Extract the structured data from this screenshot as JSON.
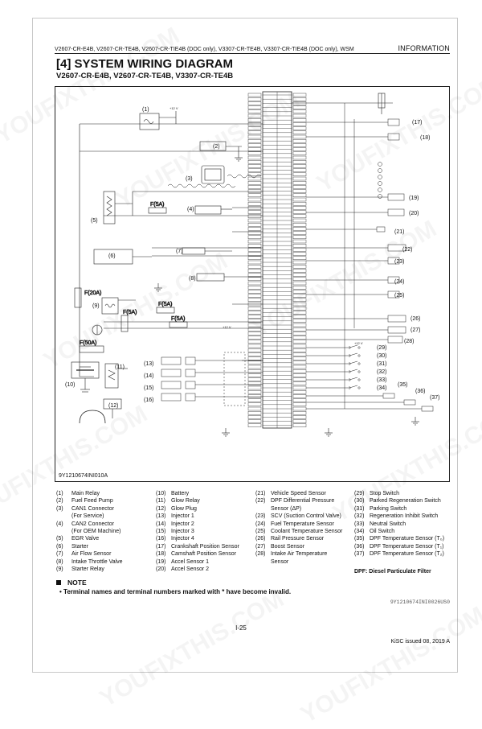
{
  "header": {
    "models": "V2607-CR-E4B, V2607-CR-TE4B, V2607-CR-TIE4B (DOC only), V3307-CR-TE4B, V3307-CR-TIE4B (DOC only), WSM",
    "section": "INFORMATION"
  },
  "title": "[4]  SYSTEM WIRING DIAGRAM",
  "subtitle": "V2607-CR-E4B, V2607-CR-TE4B, V3307-CR-TE4B",
  "diagram": {
    "code": "9Y1210674INI010A",
    "callouts": [
      "(1)",
      "(2)",
      "(3)",
      "(4)",
      "(5)",
      "(6)",
      "(7)",
      "(8)",
      "(9)",
      "(10)",
      "(11)",
      "(12)",
      "(13)",
      "(14)",
      "(15)",
      "(16)",
      "(17)",
      "(18)",
      "(19)",
      "(20)",
      "(21)",
      "(22)",
      "(23)",
      "(24)",
      "(25)",
      "(26)",
      "(27)",
      "(28)",
      "(29)",
      "(30)",
      "(31)",
      "(32)",
      "(33)",
      "(34)",
      "(35)",
      "(36)",
      "(37)"
    ],
    "fuses": [
      "F(5A)",
      "F(20A)",
      "F(5A)",
      "F(5A)",
      "F(5A)",
      "F(50A)"
    ],
    "supply": [
      "+12 V",
      "+12 V",
      "+12 V"
    ]
  },
  "legend": {
    "col1": [
      {
        "num": "(1)",
        "text": "Main Relay"
      },
      {
        "num": "(2)",
        "text": "Fuel Feed Pump"
      },
      {
        "num": "(3)",
        "text": "CAN1 Connector",
        "cont": "(For Service)"
      },
      {
        "num": "(4)",
        "text": "CAN2 Connector",
        "cont": "(For OEM Machine)"
      },
      {
        "num": "(5)",
        "text": "EGR Valve"
      },
      {
        "num": "(6)",
        "text": "Starter"
      },
      {
        "num": "(7)",
        "text": "Air Flow Sensor"
      },
      {
        "num": "(8)",
        "text": "Intake Throttle Valve"
      },
      {
        "num": "(9)",
        "text": "Starter Relay"
      }
    ],
    "col2": [
      {
        "num": "(10)",
        "text": "Battery"
      },
      {
        "num": "(11)",
        "text": "Glow Relay"
      },
      {
        "num": "(12)",
        "text": "Glow Plug"
      },
      {
        "num": "(13)",
        "text": "Injector 1"
      },
      {
        "num": "(14)",
        "text": "Injector 2"
      },
      {
        "num": "(15)",
        "text": "Injector 3"
      },
      {
        "num": "(16)",
        "text": "Injector 4"
      },
      {
        "num": "(17)",
        "text": "Crankshaft Position Sensor"
      },
      {
        "num": "(18)",
        "text": "Camshaft Position Sensor"
      },
      {
        "num": "(19)",
        "text": "Accel Sensor 1"
      },
      {
        "num": "(20)",
        "text": "Accel Sensor 2"
      }
    ],
    "col3": [
      {
        "num": "(21)",
        "text": "Vehicle Speed Sensor"
      },
      {
        "num": "(22)",
        "text": "DPF Differential Pressure",
        "cont": "Sensor (ΔP)"
      },
      {
        "num": "(23)",
        "text": "SCV (Suction Control Valve)"
      },
      {
        "num": "(24)",
        "text": "Fuel Temperature Sensor"
      },
      {
        "num": "(25)",
        "text": "Coolant Temperature Sensor"
      },
      {
        "num": "(26)",
        "text": "Rail Pressure Sensor"
      },
      {
        "num": "(27)",
        "text": "Boost Sensor"
      },
      {
        "num": "(28)",
        "text": "Intake Air Temperature",
        "cont": "Sensor"
      }
    ],
    "col4": [
      {
        "num": "(29)",
        "text": "Stop Switch"
      },
      {
        "num": "(30)",
        "text": "Parked Regeneration Switch"
      },
      {
        "num": "(31)",
        "text": "Parking Switch"
      },
      {
        "num": "(32)",
        "text": "Regeneration Inhibit Switch"
      },
      {
        "num": "(33)",
        "text": "Neutral Switch"
      },
      {
        "num": "(34)",
        "text": "Oil Switch"
      },
      {
        "num": "(35)",
        "text": "DPF Temperature Sensor (T₀)"
      },
      {
        "num": "(36)",
        "text": "DPF Temperature Sensor (T₁)"
      },
      {
        "num": "(37)",
        "text": "DPF Temperature Sensor (T₂)"
      }
    ]
  },
  "dpf_note": "DPF: Diesel Particulate Filter",
  "note": {
    "heading": "NOTE",
    "bullet": "•  Terminal names and terminal numbers marked with * have become invalid."
  },
  "ref_code": "9Y1210674INI0026US0",
  "page_number": "I-25",
  "issued": "KiSC issued 08, 2019 A",
  "watermarks": [
    "YOUFIXTHIS.COM",
    "YOUFIXTHIS.COM",
    "YOUFIXTHIS.COM",
    "YOUFIXTHIS.COM",
    "YOUFIXTHIS.COM",
    "YOUFIXTHIS.COM",
    "YOUFIXTHIS.COM",
    "YOUFIXTHIS.COM",
    "YOUFIXTHIS.COM"
  ]
}
